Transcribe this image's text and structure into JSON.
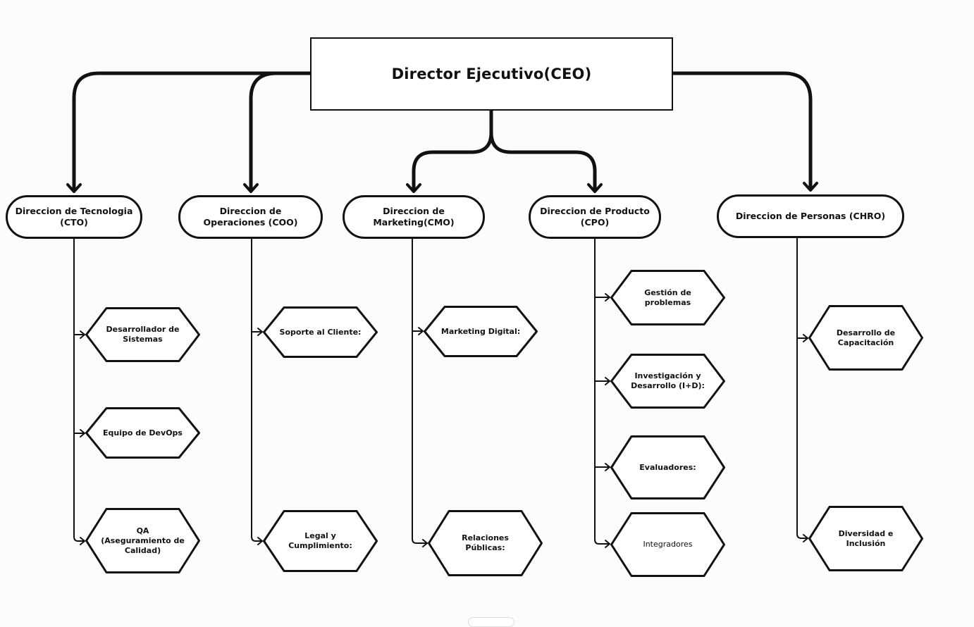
{
  "colors": {
    "line": "#111111",
    "node_fill": "#ffffff",
    "background": "#fcfcfc"
  },
  "ceo": {
    "label": "Director Ejecutivo(CEO)"
  },
  "directions": [
    {
      "id": "cto",
      "label": "Direccion de Tecnologia (CTO)",
      "children": [
        "Desarrollador de Sistemas",
        "Equipo de DevOps",
        "QA (Aseguramiento de Calidad)"
      ]
    },
    {
      "id": "coo",
      "label": "Direccion de Operaciones (COO)",
      "children": [
        "Soporte al Cliente:",
        "Legal y Cumplimiento:"
      ]
    },
    {
      "id": "cmo",
      "label": "Direccion de Marketing(CMO)",
      "children": [
        "Marketing Digital:",
        "Relaciones Públicas:"
      ]
    },
    {
      "id": "cpo",
      "label": "Direccion de Producto (CPO)",
      "children": [
        "Gestión de problemas",
        "Investigación y Desarrollo (I+D):",
        "Evaluadores:",
        "Integradores"
      ]
    },
    {
      "id": "chro",
      "label": "Direccion de Personas (CHRO)",
      "children": [
        "Desarrollo de Capacitación",
        "Diversidad e Inclusión"
      ]
    }
  ]
}
